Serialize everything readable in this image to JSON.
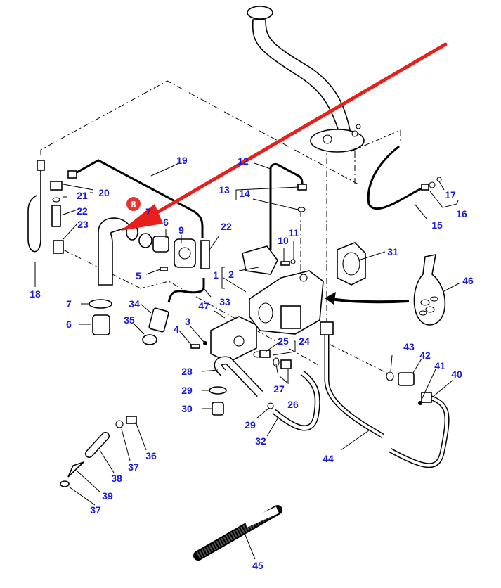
{
  "diagram": {
    "title": "Hydraulic pump and oil tank assembly – exploded parts diagram",
    "highlight": {
      "part": "8",
      "badge_color": "#e8332f",
      "arrow_color": "#e8201c"
    },
    "label_color": "#1a1ad6",
    "callouts": [
      {
        "id": "c1",
        "text": "1"
      },
      {
        "id": "c2",
        "text": "2"
      },
      {
        "id": "c3",
        "text": "3"
      },
      {
        "id": "c4",
        "text": "4"
      },
      {
        "id": "c5",
        "text": "5"
      },
      {
        "id": "c6a",
        "text": "6"
      },
      {
        "id": "c6b",
        "text": "6"
      },
      {
        "id": "c7a",
        "text": "7"
      },
      {
        "id": "c7b",
        "text": "7"
      },
      {
        "id": "c9",
        "text": "9"
      },
      {
        "id": "c10",
        "text": "10"
      },
      {
        "id": "c11",
        "text": "11"
      },
      {
        "id": "c12",
        "text": "12"
      },
      {
        "id": "c13",
        "text": "13"
      },
      {
        "id": "c14",
        "text": "14"
      },
      {
        "id": "c15",
        "text": "15"
      },
      {
        "id": "c16",
        "text": "16"
      },
      {
        "id": "c17",
        "text": "17"
      },
      {
        "id": "c18",
        "text": "18"
      },
      {
        "id": "c19",
        "text": "19"
      },
      {
        "id": "c20",
        "text": "20"
      },
      {
        "id": "c21",
        "text": "21"
      },
      {
        "id": "c22a",
        "text": "22"
      },
      {
        "id": "c22b",
        "text": "22"
      },
      {
        "id": "c23",
        "text": "23"
      },
      {
        "id": "c24",
        "text": "24"
      },
      {
        "id": "c25",
        "text": "25"
      },
      {
        "id": "c26",
        "text": "26"
      },
      {
        "id": "c27",
        "text": "27"
      },
      {
        "id": "c28",
        "text": "28"
      },
      {
        "id": "c29a",
        "text": "29"
      },
      {
        "id": "c29b",
        "text": "29"
      },
      {
        "id": "c30",
        "text": "30"
      },
      {
        "id": "c31",
        "text": "31"
      },
      {
        "id": "c32",
        "text": "32"
      },
      {
        "id": "c33",
        "text": "33"
      },
      {
        "id": "c34",
        "text": "34"
      },
      {
        "id": "c35",
        "text": "35"
      },
      {
        "id": "c36",
        "text": "36"
      },
      {
        "id": "c37a",
        "text": "37"
      },
      {
        "id": "c37b",
        "text": "37"
      },
      {
        "id": "c38",
        "text": "38"
      },
      {
        "id": "c39",
        "text": "39"
      },
      {
        "id": "c40",
        "text": "40"
      },
      {
        "id": "c41",
        "text": "41"
      },
      {
        "id": "c42",
        "text": "42"
      },
      {
        "id": "c43",
        "text": "43"
      },
      {
        "id": "c44",
        "text": "44"
      },
      {
        "id": "c45",
        "text": "45"
      },
      {
        "id": "c46",
        "text": "46"
      },
      {
        "id": "c47",
        "text": "47"
      }
    ]
  }
}
